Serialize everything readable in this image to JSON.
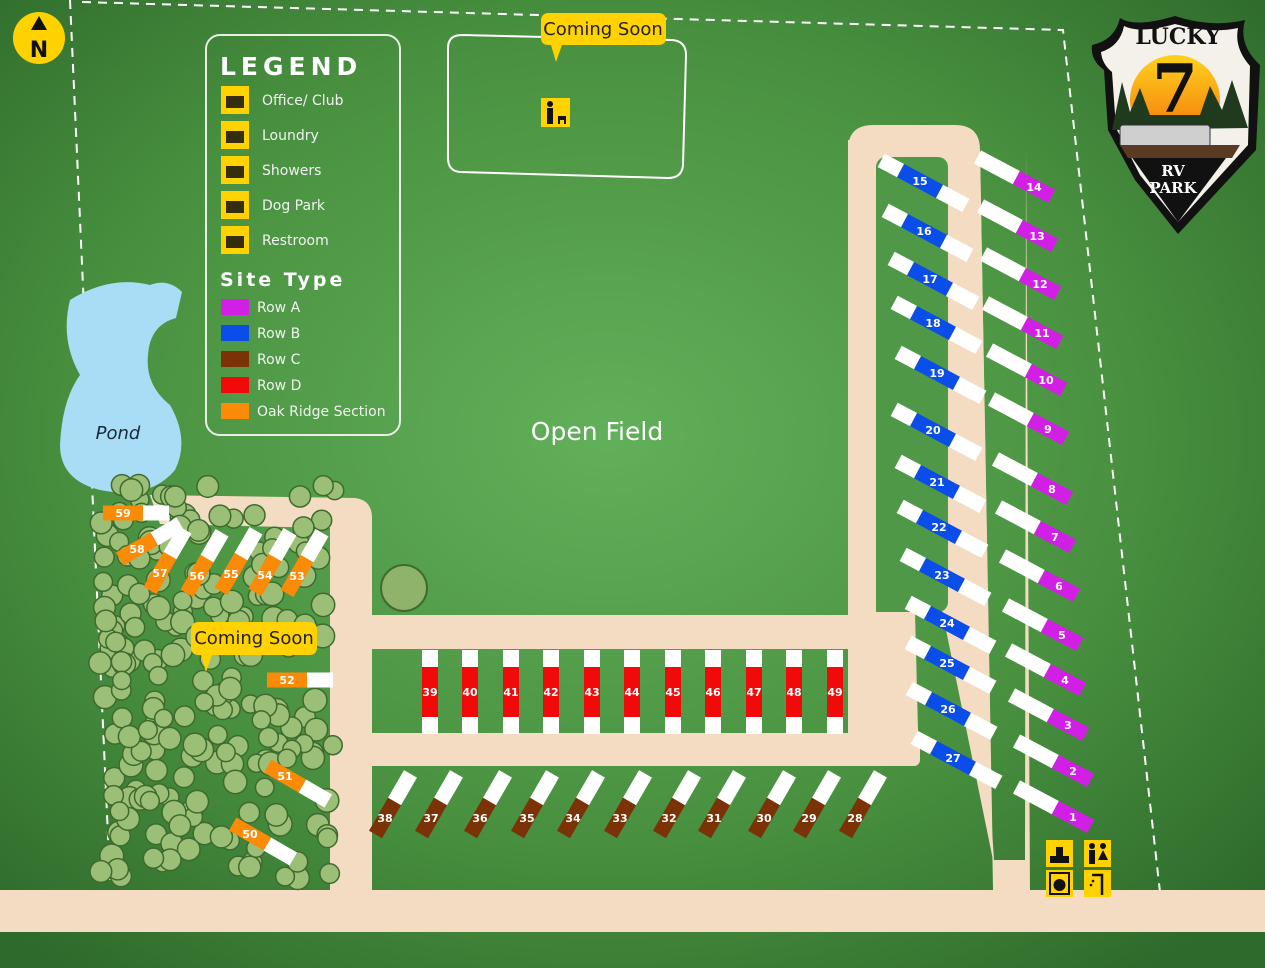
{
  "north_label": "N",
  "logo": {
    "line1": "LUCKY",
    "number": "7",
    "line2": "RV",
    "line3": "PARK"
  },
  "legend": {
    "title": "LEGEND",
    "amenities": [
      {
        "icon": "office-icon",
        "label": "Office/ Club"
      },
      {
        "icon": "laundry-icon",
        "label": "Loundry"
      },
      {
        "icon": "shower-icon",
        "label": "Showers"
      },
      {
        "icon": "dog-park-icon",
        "label": "Dog Park"
      },
      {
        "icon": "restroom-icon",
        "label": "Restroom"
      }
    ],
    "site_type_title": "Site Type",
    "site_types": [
      {
        "key": "A",
        "label": "Row A",
        "color": "#d21fe6"
      },
      {
        "key": "B",
        "label": "Row B",
        "color": "#0b4de8"
      },
      {
        "key": "C",
        "label": "Row C",
        "color": "#7a3206"
      },
      {
        "key": "D",
        "label": "Row D",
        "color": "#f00a0a"
      },
      {
        "key": "O",
        "label": "Oak Ridge Section",
        "color": "#fb8a07"
      }
    ]
  },
  "labels": {
    "open_field": "Open Field",
    "pond": "Pond",
    "coming_soon_top": "Coming Soon",
    "coming_soon_oak": "Coming Soon"
  },
  "colors": {
    "grass": "#4f9a4a",
    "road": "#f4dcc2",
    "amenity": "#ffd200",
    "pond": "#a9dcf5"
  },
  "sites": {
    "row_a": [
      "14",
      "13",
      "12",
      "11",
      "10",
      "9",
      "8",
      "7",
      "6",
      "5",
      "4",
      "3",
      "2",
      "1"
    ],
    "row_b": [
      "15",
      "16",
      "17",
      "18",
      "19",
      "20",
      "21",
      "22",
      "23",
      "24",
      "25",
      "26",
      "27"
    ],
    "row_c": [
      "38",
      "37",
      "36",
      "35",
      "34",
      "33",
      "32",
      "31",
      "30",
      "29",
      "28"
    ],
    "row_d": [
      "39",
      "40",
      "41",
      "42",
      "43",
      "44",
      "45",
      "46",
      "47",
      "48",
      "49"
    ],
    "oak_ridge": [
      "59",
      "58",
      "57",
      "56",
      "55",
      "54",
      "53",
      "52",
      "51",
      "50"
    ]
  }
}
